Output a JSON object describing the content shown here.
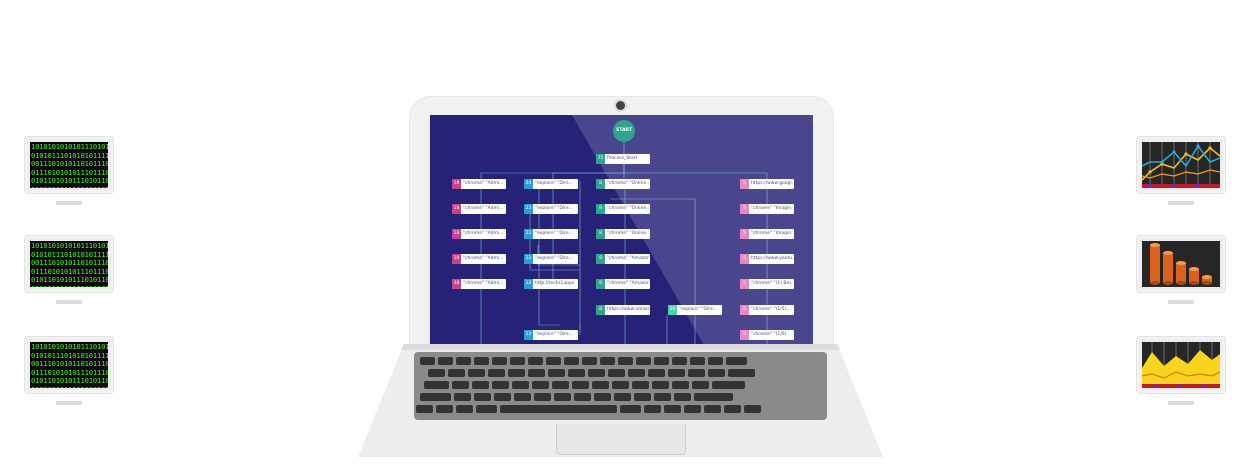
{
  "colors": {
    "screen_bg": "#262277",
    "binary_green": "#55e436",
    "start_green": "#2fa58e",
    "pink": "#c8438d",
    "cyan": "#2a9fd6",
    "teal": "#2fa58e",
    "light_pink": "#e58ac0",
    "mint": "#4ecfae"
  },
  "monitors_left": [
    {
      "binary": "1010101010101110101\n0101011101010101111\n0011101010110101110\n0111010101011101110\n0101101010111010110\n0101110101101010101"
    },
    {
      "binary": "1010101010101110101\n0101011101010101111\n0011101010110101110\n0111010101011101110\n0101101010111010110\n0101110101101010101"
    },
    {
      "binary": "1010101010101110101\n0101011101010101111\n0011101010110101110\n0111010101011101110\n0101101010111010110\n0101110101101010101"
    }
  ],
  "monitors_right": [
    {
      "icon": "line-chart-icon"
    },
    {
      "icon": "cylinder-bar-chart-icon"
    },
    {
      "icon": "area-chart-icon"
    }
  ],
  "flow": {
    "start_label": "START",
    "nodes": [
      {
        "badge": "75",
        "label": "Process_Start",
        "color": "teal"
      },
      {
        "badge": "18",
        "label": "\"chrome\" \"Admi...",
        "color": "pink"
      },
      {
        "badge": "44",
        "label": "\"explore\" \"Dire...",
        "color": "cyan"
      },
      {
        "badge": "8",
        "label": "\"chrome\" \"Online...",
        "color": "teal"
      },
      {
        "badge": "5",
        "label": "https://www.googl...",
        "color": "light_pink"
      },
      {
        "badge": "18",
        "label": "\"chrome\" \"Admi...",
        "color": "pink"
      },
      {
        "badge": "22",
        "label": "\"explore\" \"Dire...",
        "color": "cyan"
      },
      {
        "badge": "8",
        "label": "\"chrome\" \"Online...",
        "color": "teal"
      },
      {
        "badge": "5",
        "label": "\"chrome\" \"Imagin...",
        "color": "light_pink"
      },
      {
        "badge": "18",
        "label": "\"chrome\" \"Admi...",
        "color": "pink"
      },
      {
        "badge": "22",
        "label": "\"explore\" \"Dire...",
        "color": "cyan"
      },
      {
        "badge": "8",
        "label": "\"chrome\" \"Online...",
        "color": "teal"
      },
      {
        "badge": "5",
        "label": "\"chrome\" \"Imagin...",
        "color": "light_pink"
      },
      {
        "badge": "18",
        "label": "\"chrome\" \"Admi...",
        "color": "pink"
      },
      {
        "badge": "22",
        "label": "\"explore\" \"Dire...",
        "color": "cyan"
      },
      {
        "badge": "8",
        "label": "\"chrome\" \"Amazon...",
        "color": "teal"
      },
      {
        "badge": "5",
        "label": "https://www.youtu...",
        "color": "light_pink"
      },
      {
        "badge": "38",
        "label": "\"chrome\" \"Admi...",
        "color": "pink"
      },
      {
        "badge": "12",
        "label": "http://techr1apps",
        "color": "cyan"
      },
      {
        "badge": "8",
        "label": "\"chrome\" \"Amazon...",
        "color": "teal"
      },
      {
        "badge": "5",
        "label": "\"chrome\" \"(1) Bm...",
        "color": "light_pink"
      },
      {
        "badge": "8",
        "label": "https://www.amazo...",
        "color": "teal"
      },
      {
        "badge": "10",
        "label": "\"explore\" \"Dire...",
        "color": "mint"
      },
      {
        "badge": "5",
        "label": "\"chrome\" \"(1/5)...",
        "color": "light_pink"
      },
      {
        "badge": "12",
        "label": "\"explore\" \"Dire...",
        "color": "cyan"
      },
      {
        "badge": "5",
        "label": "\"chrome\" \"(1/6)...",
        "color": "light_pink"
      }
    ]
  }
}
